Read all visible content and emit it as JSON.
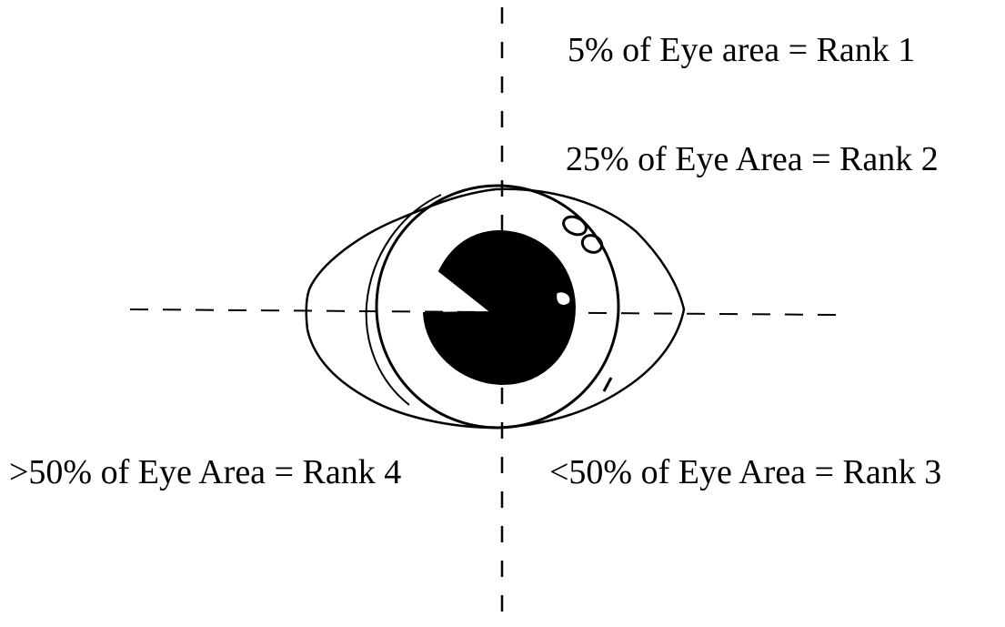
{
  "labels": {
    "rank_1": "5% of Eye area = Rank 1",
    "rank_2": "25% of Eye Area = Rank 2",
    "rank_3": "<50% of Eye Area = Rank 3",
    "rank_4": ">50% of Eye Area = Rank 4"
  }
}
